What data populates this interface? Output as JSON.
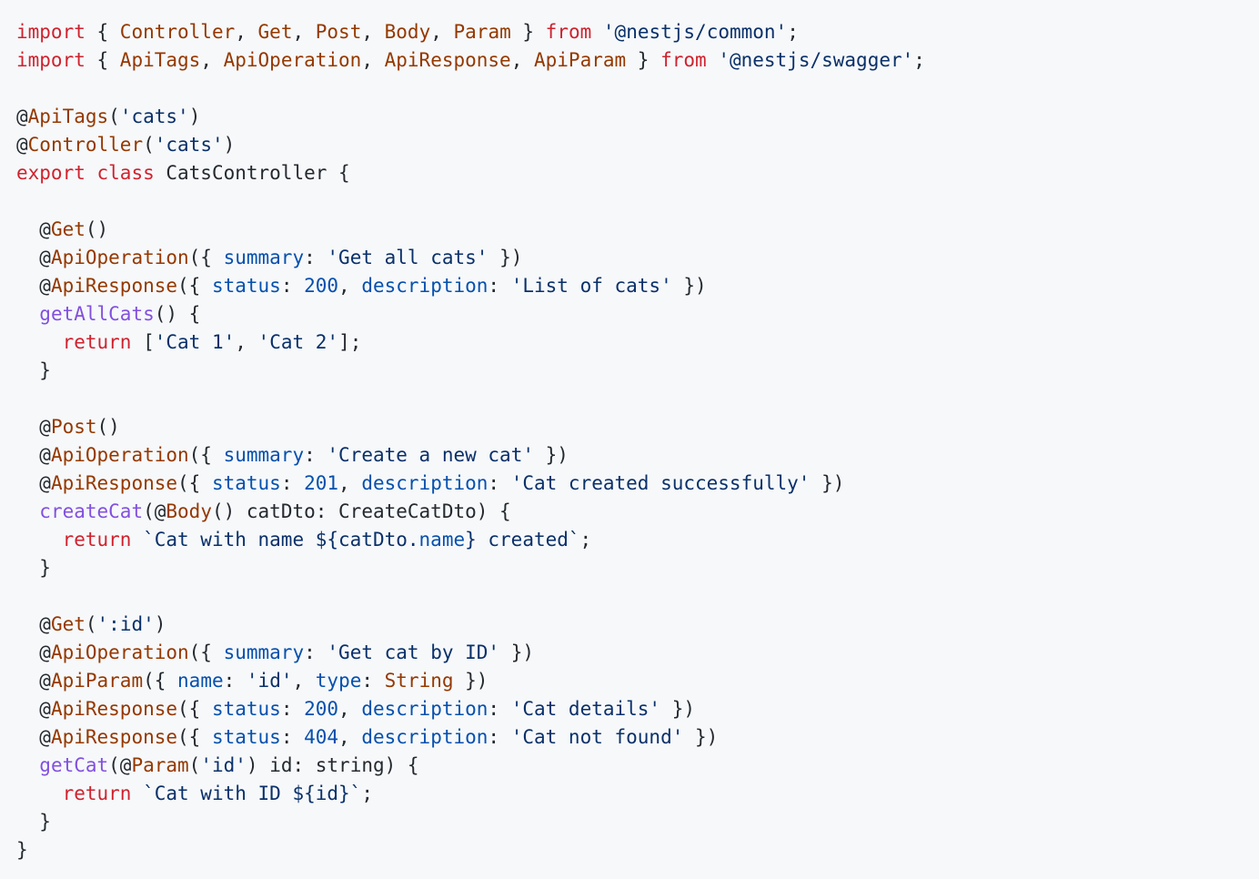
{
  "editor": {
    "language": "typescript",
    "background": "#f6f8fa",
    "colors": {
      "plain": "#24292f",
      "keyword": "#cf222e",
      "entity": "#953800",
      "function": "#8250df",
      "constant": "#0550ae",
      "string": "#0a3069"
    },
    "lines": [
      [
        {
          "t": "import",
          "c": "keyword"
        },
        {
          "t": " { ",
          "c": "plain"
        },
        {
          "t": "Controller",
          "c": "entity"
        },
        {
          "t": ", ",
          "c": "plain"
        },
        {
          "t": "Get",
          "c": "entity"
        },
        {
          "t": ", ",
          "c": "plain"
        },
        {
          "t": "Post",
          "c": "entity"
        },
        {
          "t": ", ",
          "c": "plain"
        },
        {
          "t": "Body",
          "c": "entity"
        },
        {
          "t": ", ",
          "c": "plain"
        },
        {
          "t": "Param",
          "c": "entity"
        },
        {
          "t": " } ",
          "c": "plain"
        },
        {
          "t": "from",
          "c": "keyword"
        },
        {
          "t": " ",
          "c": "plain"
        },
        {
          "t": "'@nestjs/common'",
          "c": "string"
        },
        {
          "t": ";",
          "c": "plain"
        }
      ],
      [
        {
          "t": "import",
          "c": "keyword"
        },
        {
          "t": " { ",
          "c": "plain"
        },
        {
          "t": "ApiTags",
          "c": "entity"
        },
        {
          "t": ", ",
          "c": "plain"
        },
        {
          "t": "ApiOperation",
          "c": "entity"
        },
        {
          "t": ", ",
          "c": "plain"
        },
        {
          "t": "ApiResponse",
          "c": "entity"
        },
        {
          "t": ", ",
          "c": "plain"
        },
        {
          "t": "ApiParam",
          "c": "entity"
        },
        {
          "t": " } ",
          "c": "plain"
        },
        {
          "t": "from",
          "c": "keyword"
        },
        {
          "t": " ",
          "c": "plain"
        },
        {
          "t": "'@nestjs/swagger'",
          "c": "string"
        },
        {
          "t": ";",
          "c": "plain"
        }
      ],
      [],
      [
        {
          "t": "@",
          "c": "plain"
        },
        {
          "t": "ApiTags",
          "c": "entity"
        },
        {
          "t": "(",
          "c": "plain"
        },
        {
          "t": "'cats'",
          "c": "string"
        },
        {
          "t": ")",
          "c": "plain"
        }
      ],
      [
        {
          "t": "@",
          "c": "plain"
        },
        {
          "t": "Controller",
          "c": "entity"
        },
        {
          "t": "(",
          "c": "plain"
        },
        {
          "t": "'cats'",
          "c": "string"
        },
        {
          "t": ")",
          "c": "plain"
        }
      ],
      [
        {
          "t": "export",
          "c": "keyword"
        },
        {
          "t": " ",
          "c": "plain"
        },
        {
          "t": "class",
          "c": "keyword"
        },
        {
          "t": " CatsController {",
          "c": "plain"
        }
      ],
      [],
      [
        {
          "t": "  @",
          "c": "plain"
        },
        {
          "t": "Get",
          "c": "entity"
        },
        {
          "t": "()",
          "c": "plain"
        }
      ],
      [
        {
          "t": "  @",
          "c": "plain"
        },
        {
          "t": "ApiOperation",
          "c": "entity"
        },
        {
          "t": "({ ",
          "c": "plain"
        },
        {
          "t": "summary",
          "c": "constant"
        },
        {
          "t": ": ",
          "c": "plain"
        },
        {
          "t": "'Get all cats'",
          "c": "string"
        },
        {
          "t": " })",
          "c": "plain"
        }
      ],
      [
        {
          "t": "  @",
          "c": "plain"
        },
        {
          "t": "ApiResponse",
          "c": "entity"
        },
        {
          "t": "({ ",
          "c": "plain"
        },
        {
          "t": "status",
          "c": "constant"
        },
        {
          "t": ": ",
          "c": "plain"
        },
        {
          "t": "200",
          "c": "constant"
        },
        {
          "t": ", ",
          "c": "plain"
        },
        {
          "t": "description",
          "c": "constant"
        },
        {
          "t": ": ",
          "c": "plain"
        },
        {
          "t": "'List of cats'",
          "c": "string"
        },
        {
          "t": " })",
          "c": "plain"
        }
      ],
      [
        {
          "t": "  ",
          "c": "plain"
        },
        {
          "t": "getAllCats",
          "c": "function"
        },
        {
          "t": "() {",
          "c": "plain"
        }
      ],
      [
        {
          "t": "    ",
          "c": "plain"
        },
        {
          "t": "return",
          "c": "keyword"
        },
        {
          "t": " [",
          "c": "plain"
        },
        {
          "t": "'Cat 1'",
          "c": "string"
        },
        {
          "t": ", ",
          "c": "plain"
        },
        {
          "t": "'Cat 2'",
          "c": "string"
        },
        {
          "t": "];",
          "c": "plain"
        }
      ],
      [
        {
          "t": "  }",
          "c": "plain"
        }
      ],
      [],
      [
        {
          "t": "  @",
          "c": "plain"
        },
        {
          "t": "Post",
          "c": "entity"
        },
        {
          "t": "()",
          "c": "plain"
        }
      ],
      [
        {
          "t": "  @",
          "c": "plain"
        },
        {
          "t": "ApiOperation",
          "c": "entity"
        },
        {
          "t": "({ ",
          "c": "plain"
        },
        {
          "t": "summary",
          "c": "constant"
        },
        {
          "t": ": ",
          "c": "plain"
        },
        {
          "t": "'Create a new cat'",
          "c": "string"
        },
        {
          "t": " })",
          "c": "plain"
        }
      ],
      [
        {
          "t": "  @",
          "c": "plain"
        },
        {
          "t": "ApiResponse",
          "c": "entity"
        },
        {
          "t": "({ ",
          "c": "plain"
        },
        {
          "t": "status",
          "c": "constant"
        },
        {
          "t": ": ",
          "c": "plain"
        },
        {
          "t": "201",
          "c": "constant"
        },
        {
          "t": ", ",
          "c": "plain"
        },
        {
          "t": "description",
          "c": "constant"
        },
        {
          "t": ": ",
          "c": "plain"
        },
        {
          "t": "'Cat created successfully'",
          "c": "string"
        },
        {
          "t": " })",
          "c": "plain"
        }
      ],
      [
        {
          "t": "  ",
          "c": "plain"
        },
        {
          "t": "createCat",
          "c": "function"
        },
        {
          "t": "(@",
          "c": "plain"
        },
        {
          "t": "Body",
          "c": "entity"
        },
        {
          "t": "() catDto: CreateCatDto) {",
          "c": "plain"
        }
      ],
      [
        {
          "t": "    ",
          "c": "plain"
        },
        {
          "t": "return",
          "c": "keyword"
        },
        {
          "t": " ",
          "c": "plain"
        },
        {
          "t": "`Cat with name ${catDto.",
          "c": "string"
        },
        {
          "t": "name",
          "c": "constant"
        },
        {
          "t": "} created`",
          "c": "string"
        },
        {
          "t": ";",
          "c": "plain"
        }
      ],
      [
        {
          "t": "  }",
          "c": "plain"
        }
      ],
      [],
      [
        {
          "t": "  @",
          "c": "plain"
        },
        {
          "t": "Get",
          "c": "entity"
        },
        {
          "t": "(",
          "c": "plain"
        },
        {
          "t": "':id'",
          "c": "string"
        },
        {
          "t": ")",
          "c": "plain"
        }
      ],
      [
        {
          "t": "  @",
          "c": "plain"
        },
        {
          "t": "ApiOperation",
          "c": "entity"
        },
        {
          "t": "({ ",
          "c": "plain"
        },
        {
          "t": "summary",
          "c": "constant"
        },
        {
          "t": ": ",
          "c": "plain"
        },
        {
          "t": "'Get cat by ID'",
          "c": "string"
        },
        {
          "t": " })",
          "c": "plain"
        }
      ],
      [
        {
          "t": "  @",
          "c": "plain"
        },
        {
          "t": "ApiParam",
          "c": "entity"
        },
        {
          "t": "({ ",
          "c": "plain"
        },
        {
          "t": "name",
          "c": "constant"
        },
        {
          "t": ": ",
          "c": "plain"
        },
        {
          "t": "'id'",
          "c": "string"
        },
        {
          "t": ", ",
          "c": "plain"
        },
        {
          "t": "type",
          "c": "constant"
        },
        {
          "t": ": ",
          "c": "plain"
        },
        {
          "t": "String",
          "c": "entity"
        },
        {
          "t": " })",
          "c": "plain"
        }
      ],
      [
        {
          "t": "  @",
          "c": "plain"
        },
        {
          "t": "ApiResponse",
          "c": "entity"
        },
        {
          "t": "({ ",
          "c": "plain"
        },
        {
          "t": "status",
          "c": "constant"
        },
        {
          "t": ": ",
          "c": "plain"
        },
        {
          "t": "200",
          "c": "constant"
        },
        {
          "t": ", ",
          "c": "plain"
        },
        {
          "t": "description",
          "c": "constant"
        },
        {
          "t": ": ",
          "c": "plain"
        },
        {
          "t": "'Cat details'",
          "c": "string"
        },
        {
          "t": " })",
          "c": "plain"
        }
      ],
      [
        {
          "t": "  @",
          "c": "plain"
        },
        {
          "t": "ApiResponse",
          "c": "entity"
        },
        {
          "t": "({ ",
          "c": "plain"
        },
        {
          "t": "status",
          "c": "constant"
        },
        {
          "t": ": ",
          "c": "plain"
        },
        {
          "t": "404",
          "c": "constant"
        },
        {
          "t": ", ",
          "c": "plain"
        },
        {
          "t": "description",
          "c": "constant"
        },
        {
          "t": ": ",
          "c": "plain"
        },
        {
          "t": "'Cat not found'",
          "c": "string"
        },
        {
          "t": " })",
          "c": "plain"
        }
      ],
      [
        {
          "t": "  ",
          "c": "plain"
        },
        {
          "t": "getCat",
          "c": "function"
        },
        {
          "t": "(@",
          "c": "plain"
        },
        {
          "t": "Param",
          "c": "entity"
        },
        {
          "t": "(",
          "c": "plain"
        },
        {
          "t": "'id'",
          "c": "string"
        },
        {
          "t": ") id: string) {",
          "c": "plain"
        }
      ],
      [
        {
          "t": "    ",
          "c": "plain"
        },
        {
          "t": "return",
          "c": "keyword"
        },
        {
          "t": " ",
          "c": "plain"
        },
        {
          "t": "`Cat with ID ${id}`",
          "c": "string"
        },
        {
          "t": ";",
          "c": "plain"
        }
      ],
      [
        {
          "t": "  }",
          "c": "plain"
        }
      ],
      [
        {
          "t": "}",
          "c": "plain"
        }
      ]
    ]
  }
}
